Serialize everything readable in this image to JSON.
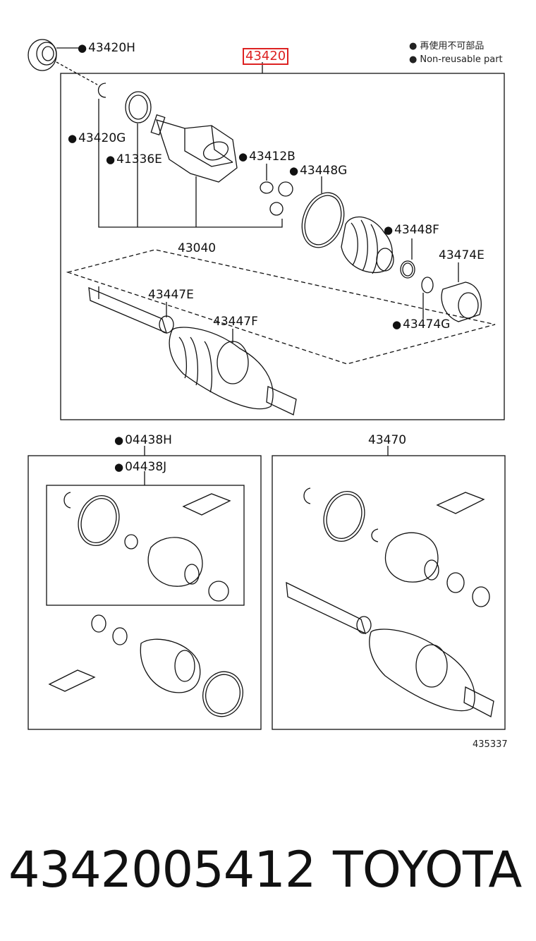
{
  "diagram": {
    "main_part": "43420",
    "legend": {
      "reuse_jp": "再使用不可部品",
      "reuse_en": "Non-reusable part"
    },
    "labels": {
      "p43420H": "43420H",
      "p43420G": "43420G",
      "p41336E": "41336E",
      "p43412B": "43412B",
      "p43448G": "43448G",
      "p43040": "43040",
      "p43448F": "43448F",
      "p43474E": "43474E",
      "p43447E": "43447E",
      "p43447F": "43447F",
      "p43474G": "43474G",
      "p04438H": "04438H",
      "p04438J": "04438J",
      "p43470": "43470"
    },
    "reference": "435337"
  },
  "footer": {
    "part_number": "4342005412",
    "brand": "TOYOTA"
  }
}
